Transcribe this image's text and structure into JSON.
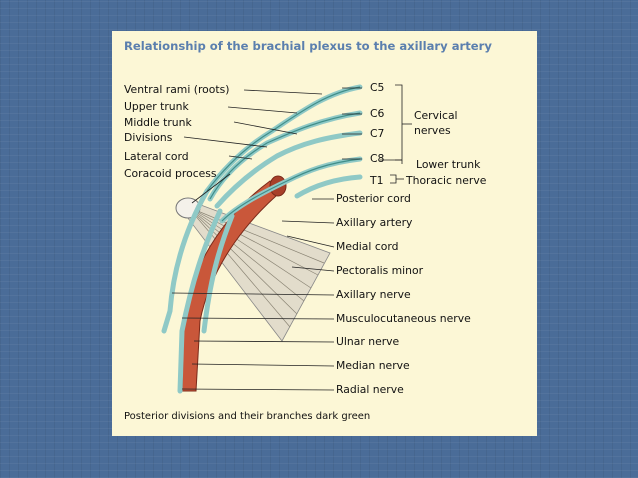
{
  "title": "Relationship of the brachial plexus to the axillary artery",
  "labels": {
    "ventral_rami": "Ventral rami (roots)",
    "upper_trunk": "Upper trunk",
    "middle_trunk": "Middle trunk",
    "divisions": "Divisions",
    "lateral_cord": "Lateral cord",
    "coracoid": "Coracoid process",
    "c5": "C5",
    "c6": "C6",
    "c7": "C7",
    "c8": "C8",
    "t1": "T1",
    "cervical_nerves": "Cervical nerves",
    "lower_trunk": "Lower trunk",
    "thoracic_nerve": "Thoracic nerve",
    "posterior_cord": "Posterior cord",
    "axillary_artery": "Axillary artery",
    "medial_cord": "Medial cord",
    "pectoralis_minor": "Pectoralis minor",
    "axillary_nerve": "Axillary nerve",
    "musculocutaneous": "Musculocutaneous nerve",
    "ulnar": "Ulnar nerve",
    "median": "Median nerve",
    "radial": "Radial nerve"
  },
  "footnote": "Posterior divisions and their branches dark green",
  "colors": {
    "nerve": "#8fc9c6",
    "nerve_dark": "#3f8e8a",
    "artery": "#c9573a",
    "artery_dark": "#8a2f1c",
    "title": "#5b7fae",
    "muscle": "#ddd6c6"
  }
}
